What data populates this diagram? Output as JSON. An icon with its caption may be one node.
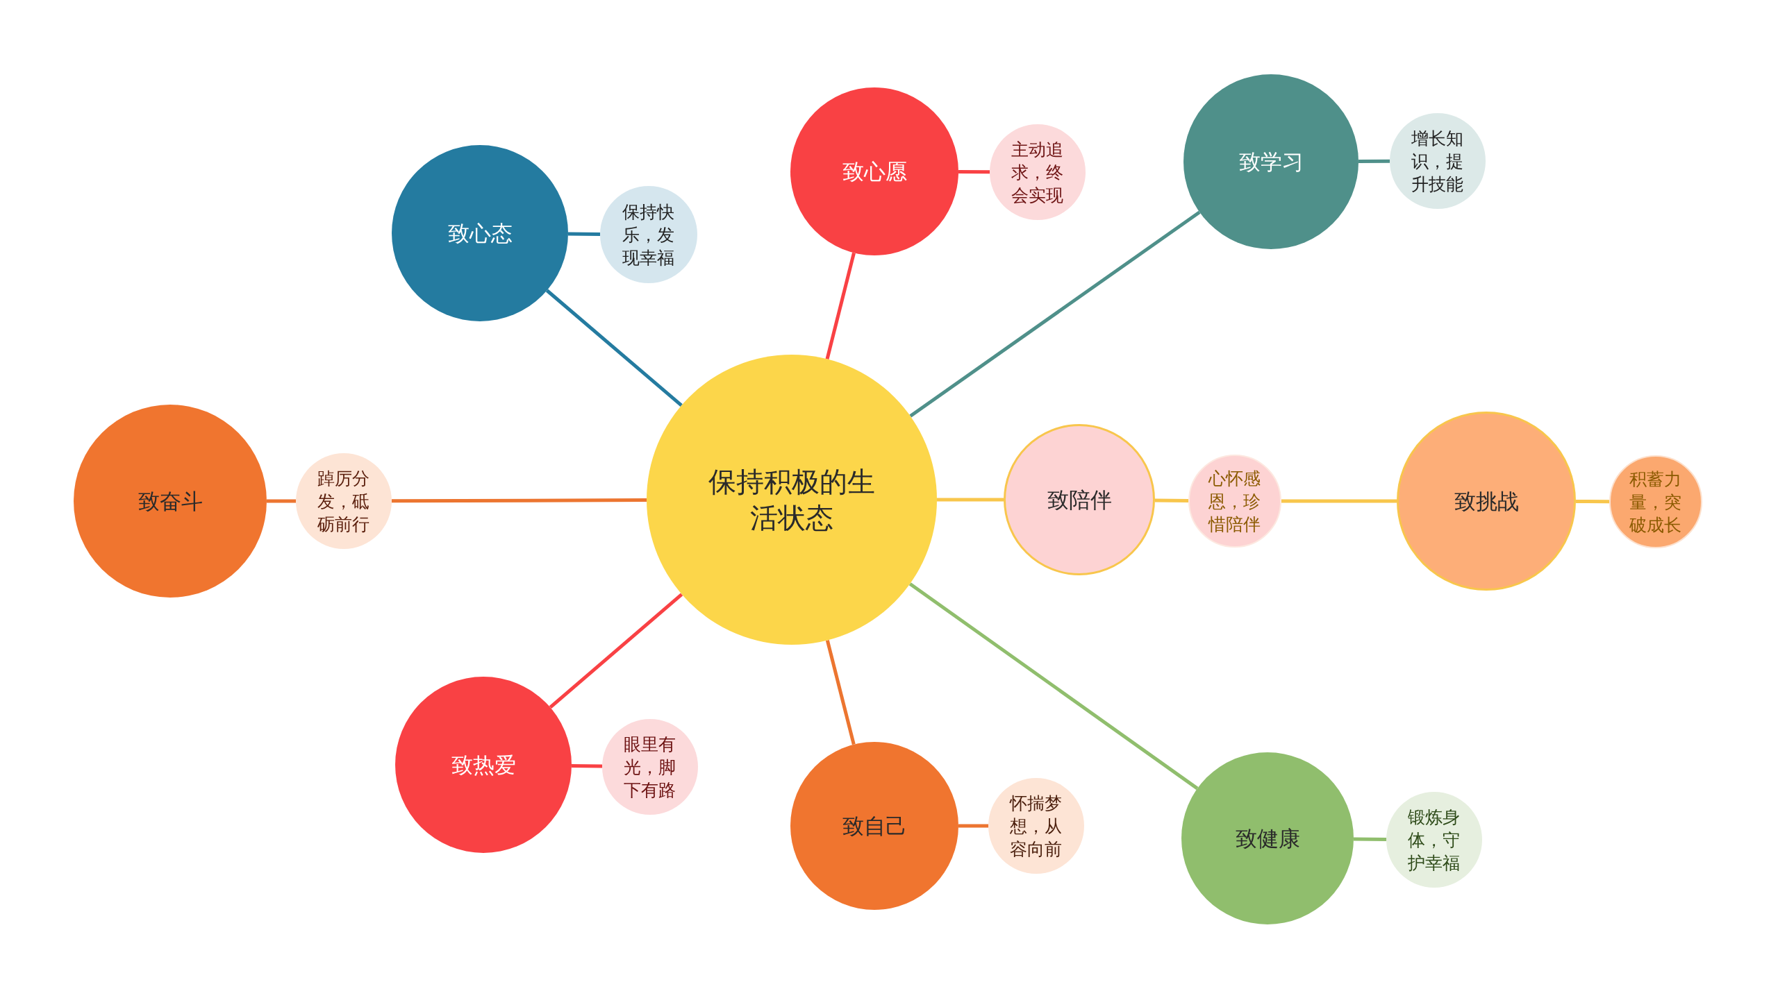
{
  "diagram": {
    "nodes": [
      {
        "text": [
          "保持积极的生活状态"
        ]
      },
      {
        "text": [
          "致心态"
        ]
      },
      {
        "text": [
          "保持快乐，发现幸福"
        ]
      },
      {
        "text": [
          "致心愿"
        ]
      },
      {
        "text": [
          "主动追求，终会实现"
        ]
      },
      {
        "text": [
          "致学习"
        ]
      },
      {
        "text": [
          "增长知识，提升技能"
        ]
      },
      {
        "text": [
          "致奋斗"
        ]
      },
      {
        "text": [
          "踔厉分发，砥砺前行"
        ]
      },
      {
        "text": [
          "致陪伴"
        ]
      },
      {
        "text": [
          "心怀感恩，珍惜陪伴"
        ]
      },
      {
        "text": [
          "致挑战"
        ]
      },
      {
        "text": [
          "积蓄力量，突破成长"
        ]
      },
      {
        "text": [
          "致热爱"
        ]
      },
      {
        "text": [
          "眼里有光，脚下有路"
        ]
      },
      {
        "text": [
          "致自己"
        ]
      },
      {
        "text": [
          "怀揣梦想，从容向前"
        ]
      },
      {
        "text": [
          "致健康"
        ]
      },
      {
        "text": [
          "锻炼身体，守护幸福"
        ]
      }
    ],
    "edges": [
      {
        "from": 0,
        "to": 1,
        "arrow": "none",
        "color": "#247ba0"
      },
      {
        "from": 1,
        "to": 2,
        "arrow": "none",
        "color": "#247ba0"
      },
      {
        "from": 0,
        "to": 3,
        "arrow": "none",
        "color": "#f94144"
      },
      {
        "from": 3,
        "to": 4,
        "arrow": "none",
        "color": "#f94144"
      },
      {
        "from": 0,
        "to": 5,
        "arrow": "none",
        "color": "#4f908a"
      },
      {
        "from": 5,
        "to": 6,
        "arrow": "none",
        "color": "#4f908a"
      },
      {
        "from": 0,
        "to": 8,
        "arrow": "none",
        "color": "#ec7530"
      },
      {
        "from": 7,
        "to": 8,
        "arrow": "none",
        "color": "#ec7530"
      },
      {
        "from": 0,
        "to": 9,
        "arrow": "none",
        "color": "#f8c64c"
      },
      {
        "from": 9,
        "to": 10,
        "arrow": "none",
        "color": "#f8c64c"
      },
      {
        "from": 10,
        "to": 11,
        "arrow": "none",
        "color": "#f8c64c"
      },
      {
        "from": 11,
        "to": 12,
        "arrow": "none",
        "color": "#f8c64c"
      },
      {
        "from": 0,
        "to": 13,
        "arrow": "none",
        "color": "#f94144"
      },
      {
        "from": 13,
        "to": 14,
        "arrow": "none",
        "color": "#f94144"
      },
      {
        "from": 0,
        "to": 15,
        "arrow": "none",
        "color": "#ec7530"
      },
      {
        "from": 15,
        "to": 16,
        "arrow": "none",
        "color": "#ec7530"
      },
      {
        "from": 0,
        "to": 17,
        "arrow": "none",
        "color": "#90be6d"
      },
      {
        "from": 17,
        "to": 18,
        "arrow": "none",
        "color": "#90be6d"
      }
    ]
  }
}
